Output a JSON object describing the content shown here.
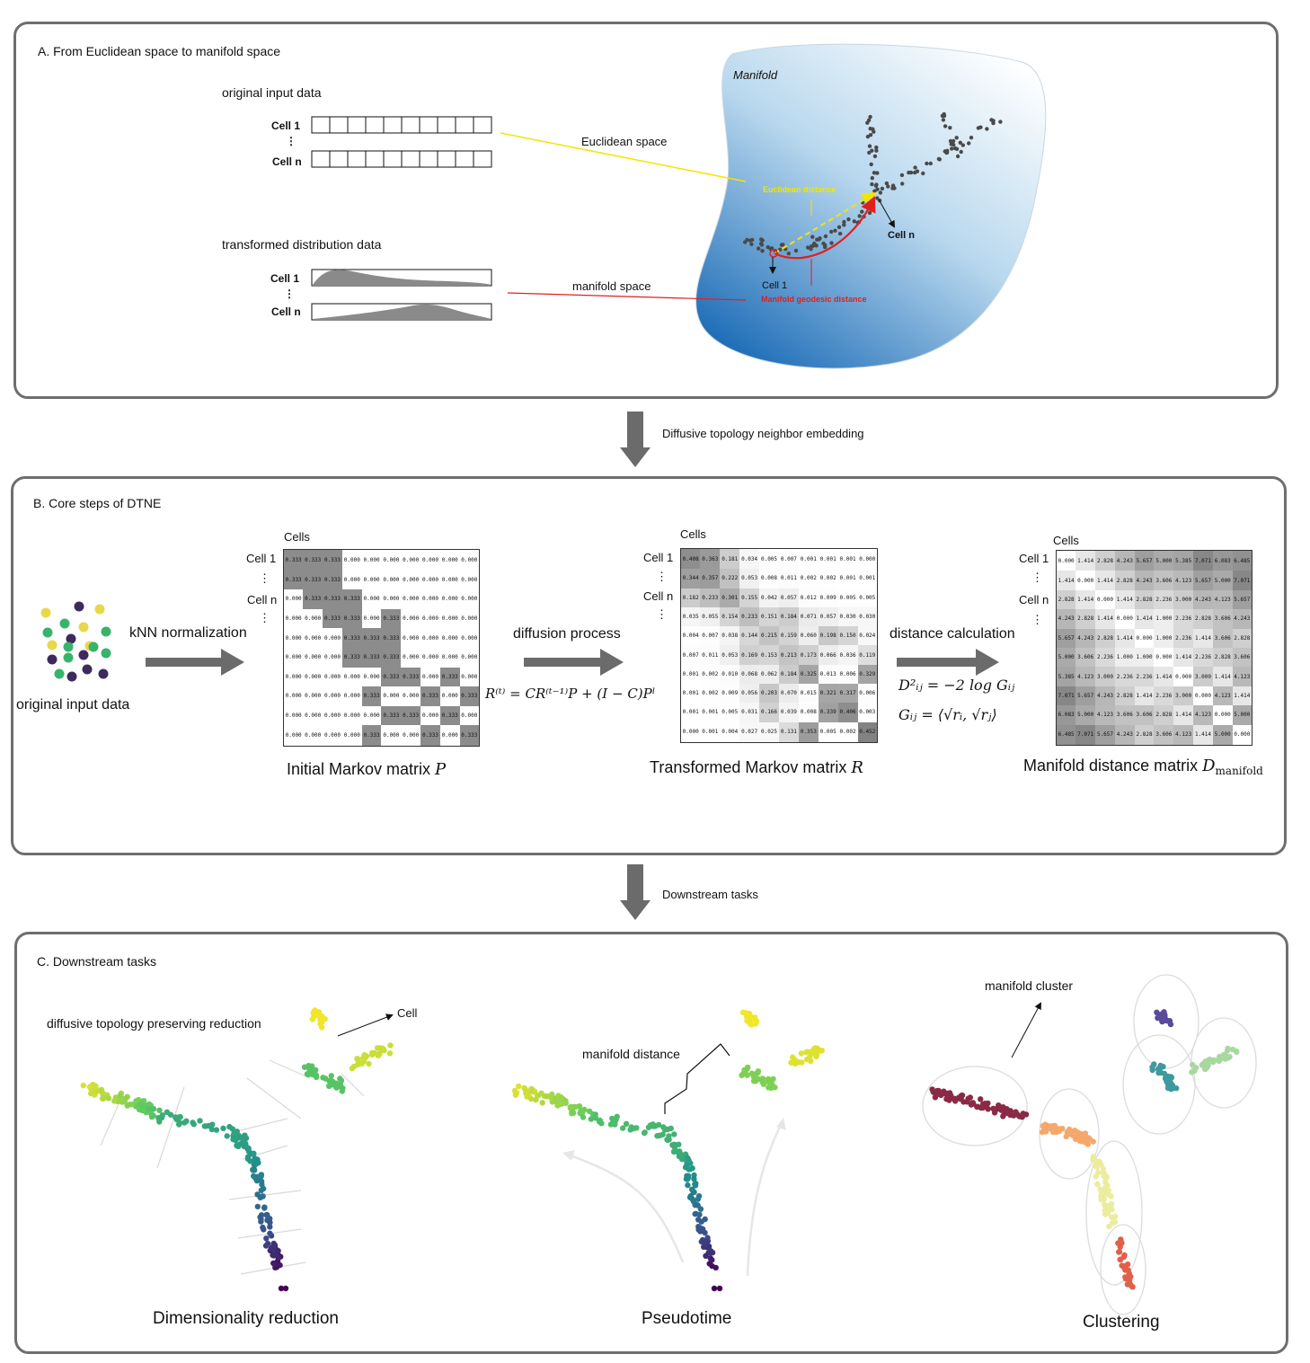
{
  "panelA": {
    "title": "A. From Euclidean space to manifold space",
    "original_input_label": "original input data",
    "transformed_label": "transformed distribution data",
    "cell1": "Cell 1",
    "celln": "Cell n",
    "ellipsis": "⋮",
    "euclidean_space": "Euclidean space",
    "manifold_space": "manifold space",
    "manifold": "Manifold",
    "euclidean_distance": "Euclidean distance",
    "geodesic_distance": "Manifold geodesic distance",
    "cell1_point": "Cell 1",
    "celln_point": "Cell n"
  },
  "arrow1_label": "Diffusive topology neighbor embedding",
  "arrow2_label": "Downstream tasks",
  "panelB": {
    "title": "B. Core steps of DTNE",
    "original_input": "original input data",
    "knn": "kNN normalization",
    "diffusion": "diffusion process",
    "distance_calc": "distance calculation",
    "cells": "Cells",
    "cell1": "Cell 1",
    "celln": "Cell n",
    "ellipsis": "⋮",
    "initial_caption": "Initial Markov matrix",
    "initial_symbol": "P",
    "transformed_caption": "Transformed  Markov matrix",
    "transformed_symbol": "R",
    "manifold_caption": "Manifold distance matrix",
    "manifold_symbol": "D",
    "manifold_sub": "manifold",
    "formula_R": "R⁽ᵗ⁾ = CR⁽ᵗ⁻¹⁾P + (I − C)Pˡ",
    "formula_D": "D²ᵢⱼ = −2 log Gᵢⱼ",
    "formula_G": "Gᵢⱼ = ⟨√rᵢ, √rⱼ⟩",
    "matrix_P": [
      [
        "0.333",
        "0.333",
        "0.333",
        "0.000",
        "0.000",
        "0.000",
        "0.000",
        "0.000",
        "0.000",
        "0.000"
      ],
      [
        "0.333",
        "0.333",
        "0.333",
        "0.000",
        "0.000",
        "0.000",
        "0.000",
        "0.000",
        "0.000",
        "0.000"
      ],
      [
        "0.000",
        "0.333",
        "0.333",
        "0.333",
        "0.000",
        "0.000",
        "0.000",
        "0.000",
        "0.000",
        "0.000"
      ],
      [
        "0.000",
        "0.000",
        "0.333",
        "0.333",
        "0.000",
        "0.333",
        "0.000",
        "0.000",
        "0.000",
        "0.000"
      ],
      [
        "0.000",
        "0.000",
        "0.000",
        "0.333",
        "0.333",
        "0.333",
        "0.000",
        "0.000",
        "0.000",
        "0.000"
      ],
      [
        "0.000",
        "0.000",
        "0.000",
        "0.333",
        "0.333",
        "0.333",
        "0.000",
        "0.000",
        "0.000",
        "0.000"
      ],
      [
        "0.000",
        "0.000",
        "0.000",
        "0.000",
        "0.000",
        "0.333",
        "0.333",
        "0.000",
        "0.333",
        "0.000"
      ],
      [
        "0.000",
        "0.000",
        "0.000",
        "0.000",
        "0.333",
        "0.000",
        "0.000",
        "0.333",
        "0.000",
        "0.333"
      ],
      [
        "0.000",
        "0.000",
        "0.000",
        "0.000",
        "0.000",
        "0.333",
        "0.333",
        "0.000",
        "0.333",
        "0.000"
      ],
      [
        "0.000",
        "0.000",
        "0.000",
        "0.000",
        "0.333",
        "0.000",
        "0.000",
        "0.333",
        "0.000",
        "0.333"
      ]
    ],
    "matrix_R": [
      [
        "0.408",
        "0.363",
        "0.181",
        "0.034",
        "0.005",
        "0.007",
        "0.001",
        "0.001",
        "0.001",
        "0.000"
      ],
      [
        "0.344",
        "0.357",
        "0.222",
        "0.053",
        "0.008",
        "0.011",
        "0.002",
        "0.002",
        "0.001",
        "0.001"
      ],
      [
        "0.182",
        "0.233",
        "0.301",
        "0.155",
        "0.042",
        "0.057",
        "0.012",
        "0.009",
        "0.005",
        "0.005"
      ],
      [
        "0.035",
        "0.055",
        "0.154",
        "0.233",
        "0.151",
        "0.184",
        "0.071",
        "0.057",
        "0.030",
        "0.030"
      ],
      [
        "0.004",
        "0.007",
        "0.038",
        "0.144",
        "0.215",
        "0.159",
        "0.060",
        "0.198",
        "0.150",
        "0.024"
      ],
      [
        "0.007",
        "0.011",
        "0.053",
        "0.169",
        "0.153",
        "0.213",
        "0.173",
        "0.066",
        "0.036",
        "0.119"
      ],
      [
        "0.001",
        "0.002",
        "0.010",
        "0.068",
        "0.062",
        "0.184",
        "0.325",
        "0.013",
        "0.006",
        "0.329"
      ],
      [
        "0.001",
        "0.002",
        "0.009",
        "0.056",
        "0.203",
        "0.070",
        "0.015",
        "0.321",
        "0.317",
        "0.006"
      ],
      [
        "0.001",
        "0.001",
        "0.005",
        "0.031",
        "0.166",
        "0.039",
        "0.008",
        "0.339",
        "0.406",
        "0.003"
      ],
      [
        "0.000",
        "0.001",
        "0.004",
        "0.027",
        "0.025",
        "0.131",
        "0.353",
        "0.005",
        "0.002",
        "0.452"
      ]
    ],
    "matrix_D": [
      [
        "0.000",
        "1.414",
        "2.828",
        "4.243",
        "5.657",
        "5.000",
        "5.385",
        "7.071",
        "6.083",
        "6.485"
      ],
      [
        "1.414",
        "0.000",
        "1.414",
        "2.828",
        "4.243",
        "3.606",
        "4.123",
        "5.657",
        "5.000",
        "7.071"
      ],
      [
        "2.828",
        "1.414",
        "0.000",
        "1.414",
        "2.828",
        "2.236",
        "3.000",
        "4.243",
        "4.123",
        "5.657"
      ],
      [
        "4.243",
        "2.828",
        "1.414",
        "0.000",
        "1.414",
        "1.000",
        "2.236",
        "2.828",
        "3.606",
        "4.243"
      ],
      [
        "5.657",
        "4.243",
        "2.828",
        "1.414",
        "0.000",
        "1.000",
        "2.236",
        "1.414",
        "3.606",
        "2.828"
      ],
      [
        "5.000",
        "3.606",
        "2.236",
        "1.000",
        "1.000",
        "0.000",
        "1.414",
        "2.236",
        "2.828",
        "3.606"
      ],
      [
        "5.385",
        "4.123",
        "3.000",
        "2.236",
        "2.236",
        "1.414",
        "0.000",
        "3.000",
        "1.414",
        "4.123"
      ],
      [
        "7.071",
        "5.657",
        "4.243",
        "2.828",
        "1.414",
        "2.236",
        "3.000",
        "0.000",
        "4.123",
        "1.414"
      ],
      [
        "6.083",
        "5.000",
        "4.123",
        "3.606",
        "3.606",
        "2.828",
        "1.414",
        "4.123",
        "0.000",
        "5.000"
      ],
      [
        "6.485",
        "7.071",
        "5.657",
        "4.243",
        "2.828",
        "3.606",
        "4.123",
        "1.414",
        "5.000",
        "0.000"
      ]
    ]
  },
  "panelC": {
    "title": "C. Downstream tasks",
    "reduction_label": "diffusive  topology preserving reduction",
    "cell_label": "Cell",
    "manifold_distance": "manifold distance",
    "manifold_cluster": "manifold cluster",
    "dim_reduction": "Dimensionality reduction",
    "pseudotime": "Pseudotime",
    "clustering": "Clustering"
  },
  "colors": {
    "panel_border": "#6e6e6e",
    "arrow": "#6b6b6b",
    "yellow_line": "#f2e600",
    "red_line": "#e02020",
    "matrix_gray": "#8c8c8c"
  }
}
